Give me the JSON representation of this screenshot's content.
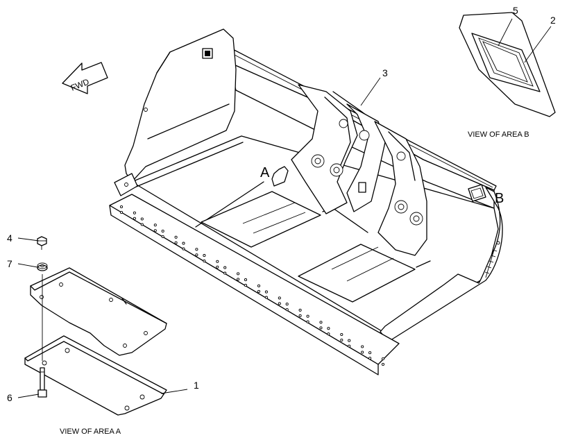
{
  "callouts": {
    "c1": "1",
    "c2": "2",
    "c3": "3",
    "c4": "4",
    "c5": "5",
    "c6": "6",
    "c7": "7"
  },
  "area_letters": {
    "a": "A",
    "b": "B"
  },
  "fwd_label": "FWD",
  "captions": {
    "view_a": "VIEW OF AREA A",
    "view_b": "VIEW OF AREA B"
  }
}
